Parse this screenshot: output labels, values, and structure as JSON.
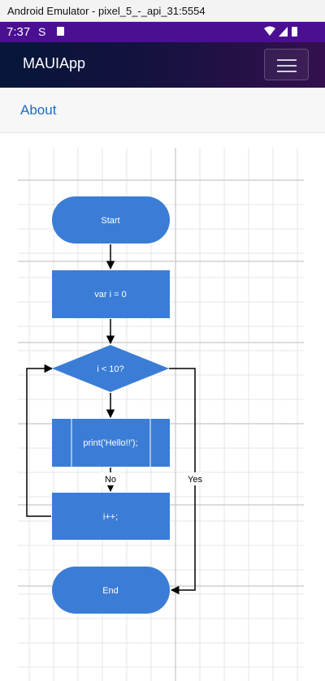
{
  "window": {
    "title": "Android Emulator - pixel_5_-_api_31:5554"
  },
  "status_bar": {
    "time": "7:37"
  },
  "app_bar": {
    "title": "MAUIApp"
  },
  "nav": {
    "about": "About"
  },
  "flowchart": {
    "nodes": {
      "start": "Start",
      "init": "var i = 0",
      "cond": "i < 10?",
      "print": "print('Hello!!');",
      "incr": "i++;",
      "end": "End"
    },
    "edges": {
      "no": "No",
      "yes": "Yes"
    }
  },
  "colors": {
    "node_fill": "#3b7dd6",
    "status_bar": "#4b0f91",
    "link": "#1b6ec2"
  }
}
